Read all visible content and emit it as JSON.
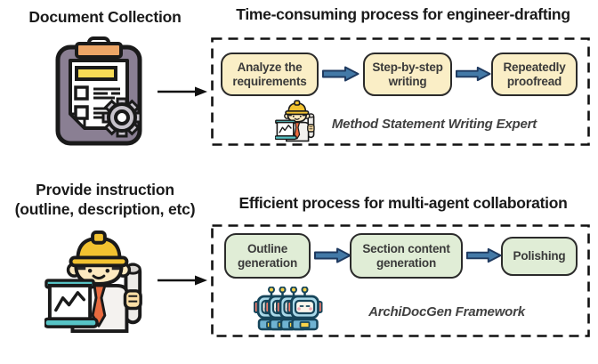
{
  "top_flow": {
    "source_label": "Document Collection",
    "process_title": "Time-consuming process for engineer-drafting",
    "steps": [
      "Analyze the requirements",
      "Step-by-step writing",
      "Repeatedly proofread"
    ],
    "caption": "Method Statement Writing Expert"
  },
  "bottom_flow": {
    "source_label_line1": "Provide instruction",
    "source_label_line2": "(outline, description, etc)",
    "process_title": "Efficient process for multi-agent collaboration",
    "steps": [
      "Outline generation",
      "Section content generation",
      "Polishing"
    ],
    "caption": "ArchiDocGen Framework"
  },
  "icons": {
    "top_source": "clipboard-gear-icon",
    "top_agent": "engineer-icon",
    "bottom_source": "engineer-icon",
    "bottom_agent": "robot-team-icon",
    "connector": "right-arrow-icon",
    "step_connector": "block-arrow-icon"
  },
  "colors": {
    "top_step_fill": "#FAEEC6",
    "bottom_step_fill": "#E0EDD6",
    "step_border": "#2b2b2b",
    "flow_arrow_fill": "#4379A7",
    "flow_arrow_border": "#1F3A60",
    "dashed_border": "#111111",
    "title_text": "#1a1a1a",
    "caption_text": "#414141"
  }
}
